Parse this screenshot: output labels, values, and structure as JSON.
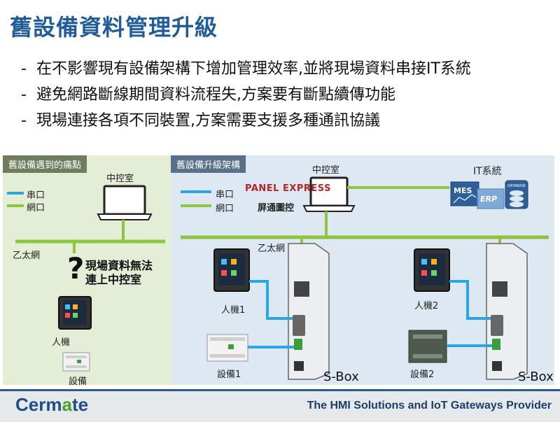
{
  "title": "舊設備資料管理升級",
  "bullets": [
    "在不影響現有設備架構下增加管理效率,並將現場資料串接IT系統",
    "避免網路斷線期間資料流程失,方案要有斷點續傳功能",
    "現場連接各項不同裝置,方案需要支援多種通訊協議"
  ],
  "bullet_marker": "-",
  "left_panel": {
    "tag": "舊設備遇到的痛點",
    "legend_serial": "串口",
    "legend_network": "網口",
    "control_room": "中控室",
    "ethernet": "乙太網",
    "problem_line1": "現場資料無法",
    "problem_line2": "連上中控室",
    "hmi": "人機",
    "device": "設備"
  },
  "right_panel": {
    "tag": "舊設備升級架構",
    "legend_serial": "串口",
    "legend_network": "網口",
    "brand_name": "PANEL EXPRESS",
    "brand_sub": "屏通圖控",
    "control_room": "中控室",
    "it_system": "IT系統",
    "mes": "MES",
    "erp": "ERP",
    "database": "DATABASE",
    "ethernet": "乙太網",
    "hmi1": "人機1",
    "hmi2": "人機2",
    "device1": "設備1",
    "device2": "設備2",
    "sbox1": "S-Box",
    "sbox2": "S-Box"
  },
  "colors": {
    "title": "#1f5c99",
    "serial_line": "#2aa7e0",
    "network_line": "#8cc63f",
    "left_panel_bg": "#e4edd6",
    "right_panel_bg": "#dde8f3"
  },
  "footer": {
    "logo_pre": "Cerm",
    "logo_a": "a",
    "logo_post": "te",
    "tagline": "The HMI Solutions and IoT Gateways Provider"
  }
}
